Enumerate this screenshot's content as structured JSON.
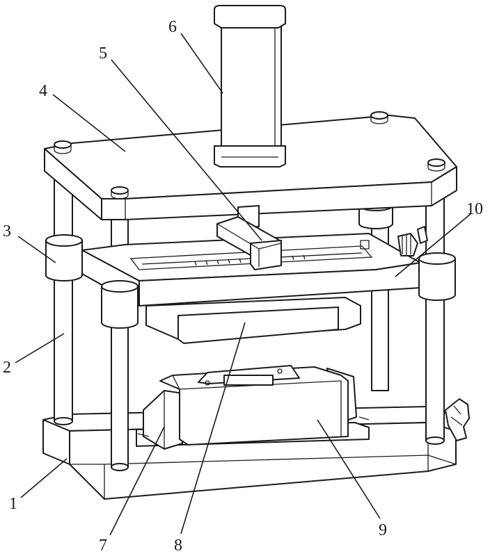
{
  "figure": {
    "callouts": [
      {
        "id": "c1",
        "text": "1"
      },
      {
        "id": "c2",
        "text": "2"
      },
      {
        "id": "c3",
        "text": "3"
      },
      {
        "id": "c4",
        "text": "4"
      },
      {
        "id": "c5",
        "text": "5"
      },
      {
        "id": "c6",
        "text": "6"
      },
      {
        "id": "c7",
        "text": "7"
      },
      {
        "id": "c8",
        "text": "8"
      },
      {
        "id": "c9",
        "text": "9"
      },
      {
        "id": "c10",
        "text": "10"
      }
    ]
  }
}
